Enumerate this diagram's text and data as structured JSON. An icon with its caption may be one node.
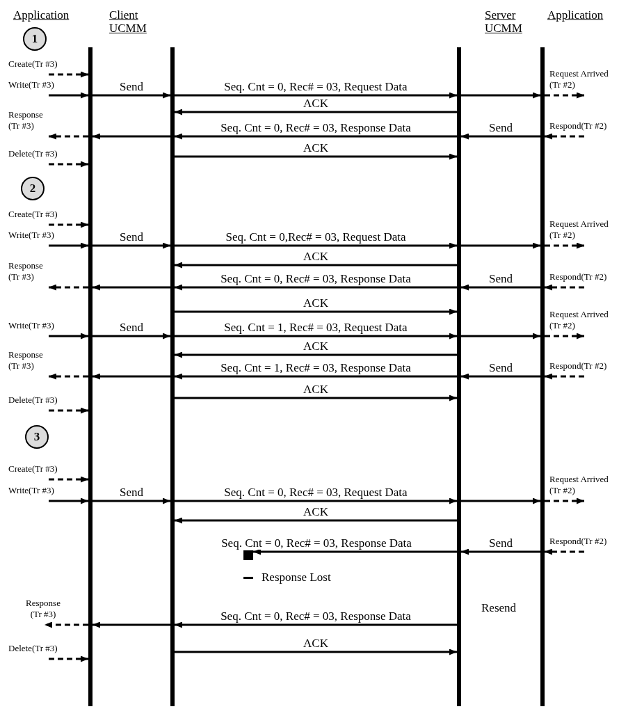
{
  "diagram": {
    "nodes": [
      {
        "text": [
          "Application"
        ]
      },
      {
        "text": [
          "Client UCMM"
        ]
      },
      {
        "text": [
          "Server UCMM"
        ]
      },
      {
        "text": [
          "Application"
        ]
      },
      {
        "text": [
          "1"
        ]
      },
      {
        "text": [
          "2"
        ]
      },
      {
        "text": [
          "3"
        ]
      },
      {
        "text": [],
        "shape": "box"
      }
    ],
    "edges": [
      {
        "from": null,
        "to": 0,
        "arrow": "to",
        "label": "Create(Tr #3)",
        "style": "dashed"
      },
      {
        "from": null,
        "to": 0,
        "arrow": "to",
        "label": "Write(Tr #3)"
      },
      {
        "from": 0,
        "to": 1,
        "arrow": "to",
        "label": "Send"
      },
      {
        "from": 1,
        "to": 2,
        "arrow": "to",
        "label": "Seq. Cnt = 0, Rec# = 03, Request Data"
      },
      {
        "from": 2,
        "to": 3,
        "arrow": "to"
      },
      {
        "from": 3,
        "to": null,
        "arrow": "to",
        "label": "Request Arrived (Tr #2)",
        "style": "dashed"
      },
      {
        "from": 2,
        "to": 1,
        "arrow": "to",
        "label": "ACK"
      },
      {
        "from": null,
        "to": 3,
        "arrow": "to",
        "label": "Respond(Tr #2)",
        "style": "dashed"
      },
      {
        "from": 3,
        "to": 2,
        "arrow": "to",
        "label": "Send"
      },
      {
        "from": 2,
        "to": 1,
        "arrow": "to",
        "label": "Seq. Cnt = 0, Rec# = 03, Response Data"
      },
      {
        "from": 1,
        "to": 0,
        "arrow": "to"
      },
      {
        "from": 0,
        "to": null,
        "arrow": "to",
        "label": "Response (Tr #3)",
        "style": "dashed"
      },
      {
        "from": 1,
        "to": 2,
        "arrow": "to",
        "label": "ACK"
      },
      {
        "from": null,
        "to": 0,
        "arrow": "to",
        "label": "Delete(Tr #3)",
        "style": "dashed"
      },
      {
        "from": null,
        "to": 0,
        "arrow": "to",
        "label": "Create(Tr #3)",
        "style": "dashed"
      },
      {
        "from": null,
        "to": 0,
        "arrow": "to",
        "label": "Write(Tr #3)"
      },
      {
        "from": 0,
        "to": 1,
        "arrow": "to",
        "label": "Send"
      },
      {
        "from": 1,
        "to": 2,
        "arrow": "to",
        "label": "Seq. Cnt = 0,Rec# = 03, Request Data"
      },
      {
        "from": 2,
        "to": 3,
        "arrow": "to"
      },
      {
        "from": 3,
        "to": null,
        "arrow": "to",
        "label": "Request Arrived (Tr #2)",
        "style": "dashed"
      },
      {
        "from": 2,
        "to": 1,
        "arrow": "to",
        "label": "ACK"
      },
      {
        "from": null,
        "to": 3,
        "arrow": "to",
        "label": "Respond(Tr #2)",
        "style": "dashed"
      },
      {
        "from": 3,
        "to": 2,
        "arrow": "to",
        "label": "Send"
      },
      {
        "from": 2,
        "to": 1,
        "arrow": "to",
        "label": "Seq. Cnt = 0, Rec# = 03, Response Data"
      },
      {
        "from": 1,
        "to": 0,
        "arrow": "to"
      },
      {
        "from": 0,
        "to": null,
        "arrow": "to",
        "label": "Response (Tr #3)",
        "style": "dashed"
      },
      {
        "from": 1,
        "to": 2,
        "arrow": "to",
        "label": "ACK"
      },
      {
        "from": null,
        "to": 0,
        "arrow": "to",
        "label": "Write(Tr #3)"
      },
      {
        "from": 0,
        "to": 1,
        "arrow": "to",
        "label": "Send"
      },
      {
        "from": 1,
        "to": 2,
        "arrow": "to",
        "label": "Seq. Cnt = 1, Rec# = 03, Request Data"
      },
      {
        "from": 2,
        "to": 3,
        "arrow": "to"
      },
      {
        "from": 3,
        "to": null,
        "arrow": "to",
        "label": "Request Arrived (Tr #2)",
        "style": "dashed"
      },
      {
        "from": 2,
        "to": 1,
        "arrow": "to",
        "label": "ACK"
      },
      {
        "from": null,
        "to": 3,
        "arrow": "to",
        "label": "Respond(Tr #2)",
        "style": "dashed"
      },
      {
        "from": 3,
        "to": 2,
        "arrow": "to",
        "label": "Send"
      },
      {
        "from": 2,
        "to": 1,
        "arrow": "to",
        "label": "Seq. Cnt = 1, Rec# = 03, Response Data"
      },
      {
        "from": 1,
        "to": 0,
        "arrow": "to"
      },
      {
        "from": 0,
        "to": null,
        "arrow": "to",
        "label": "Response (Tr #3)",
        "style": "dashed"
      },
      {
        "from": 1,
        "to": 2,
        "arrow": "to",
        "label": "ACK"
      },
      {
        "from": null,
        "to": 0,
        "arrow": "to",
        "label": "Delete(Tr #3)",
        "style": "dashed"
      },
      {
        "from": null,
        "to": 0,
        "arrow": "to",
        "label": "Create(Tr #3)",
        "style": "dashed"
      },
      {
        "from": null,
        "to": 0,
        "arrow": "to",
        "label": "Write(Tr #3)"
      },
      {
        "from": 0,
        "to": 1,
        "arrow": "to",
        "label": "Send"
      },
      {
        "from": 1,
        "to": 2,
        "arrow": "to",
        "label": "Seq. Cnt = 0, Rec# = 03, Request Data"
      },
      {
        "from": 2,
        "to": 3,
        "arrow": "to"
      },
      {
        "from": 3,
        "to": null,
        "arrow": "to",
        "label": "Request Arrived (Tr #2)",
        "style": "dashed"
      },
      {
        "from": 2,
        "to": 1,
        "arrow": "to",
        "label": "ACK"
      },
      {
        "from": null,
        "to": 3,
        "arrow": "to",
        "label": "Respond(Tr #2)",
        "style": "dashed"
      },
      {
        "from": 3,
        "to": 2,
        "arrow": "to",
        "label": "Send"
      },
      {
        "from": 2,
        "to": 7,
        "arrow": "to",
        "label": "Seq. Cnt = 0, Rec# = 03, Response Data"
      },
      {
        "from": 2,
        "to": 1,
        "arrow": "to",
        "label": "Seq. Cnt = 0, Rec# = 03, Response Data"
      },
      {
        "from": 1,
        "to": 0,
        "arrow": "to"
      },
      {
        "from": 0,
        "to": null,
        "arrow": "to",
        "label": "Response (Tr #3)",
        "style": "dashed"
      },
      {
        "from": 1,
        "to": 2,
        "arrow": "to",
        "label": "ACK"
      },
      {
        "from": null,
        "to": 0,
        "arrow": "to",
        "label": "Delete(Tr #3)",
        "style": "dashed"
      }
    ],
    "labels": [
      "Resend"
    ],
    "legend": [
      {
        "text": "Response Lost"
      }
    ]
  }
}
